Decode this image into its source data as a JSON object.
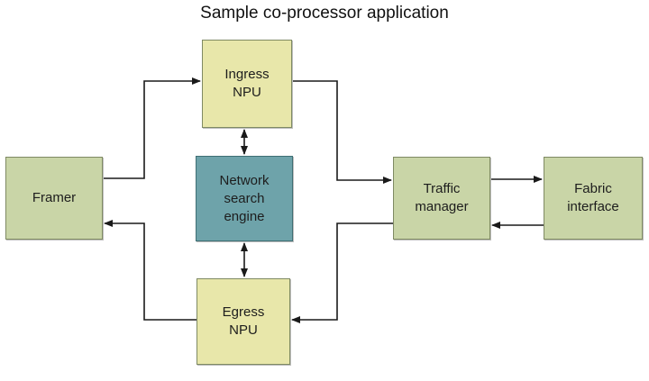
{
  "title": "Sample co-processor application",
  "blocks": {
    "framer": "Framer",
    "ingress_npu": "Ingress\nNPU",
    "network_search_engine": "Network\nsearch\nengine",
    "egress_npu": "Egress\nNPU",
    "traffic_manager": "Traffic\nmanager",
    "fabric_interface": "Fabric\ninterface"
  },
  "colors": {
    "block_green": "#c9d5a7",
    "block_yellow": "#e8e7aa",
    "block_teal": "#6ea3aa",
    "line": "#1a1a1a"
  }
}
